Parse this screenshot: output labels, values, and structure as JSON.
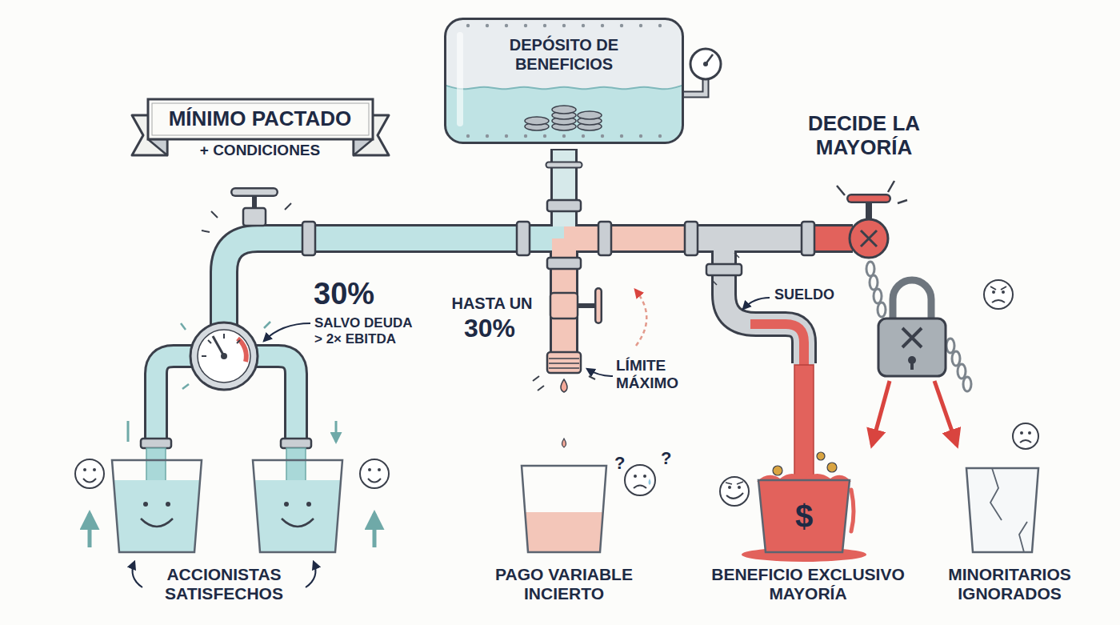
{
  "diagram": {
    "nodes": [
      {
        "text": [
          "DEPÓSITO DE BENEFICIOS"
        ]
      },
      {
        "text": [
          "MÍNIMO PACTADO",
          "+ CONDICIONES"
        ]
      }
    ],
    "labels": [
      "30%",
      "SALVO DEUDA > 2× EBITDA",
      "ACCIONISTAS SATISFECHOS",
      "HASTA UN",
      "30%",
      "LÍMITE MÁXIMO",
      "?",
      "?",
      "PAGO VARIABLE INCIERTO",
      "SUELDO",
      "DECIDE LA MAYORÍA",
      "$",
      "BENEFICIO EXCLUSIVO MAYORÍA",
      "MINORITARIOS IGNORADOS"
    ]
  }
}
